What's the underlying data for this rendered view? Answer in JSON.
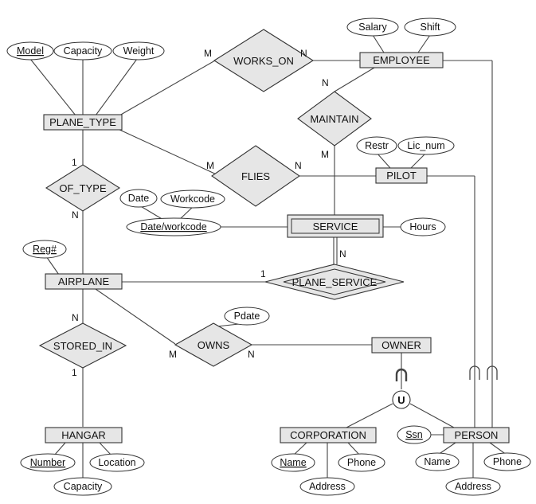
{
  "entities": {
    "plane_type": "PLANE_TYPE",
    "employee": "EMPLOYEE",
    "pilot": "PILOT",
    "service": "SERVICE",
    "airplane": "AIRPLANE",
    "owner": "OWNER",
    "hangar": "HANGAR",
    "corporation": "CORPORATION",
    "person": "PERSON"
  },
  "relationships": {
    "works_on": "WORKS_ON",
    "maintain": "MAINTAIN",
    "flies": "FLIES",
    "of_type": "OF_TYPE",
    "plane_service": "PLANE_SERVICE",
    "stored_in": "STORED_IN",
    "owns": "OWNS"
  },
  "attributes": {
    "model": "Model",
    "capacity_pt": "Capacity",
    "weight": "Weight",
    "salary": "Salary",
    "shift": "Shift",
    "restr": "Restr",
    "lic_num": "Lic_num",
    "date": "Date",
    "workcode": "Workcode",
    "date_workcode": "Date/workcode",
    "hours": "Hours",
    "reg": "Reg#",
    "pdate": "Pdate",
    "number": "Number",
    "location": "Location",
    "capacity_h": "Capacity",
    "ssn": "Ssn",
    "corp_name": "Name",
    "corp_phone": "Phone",
    "corp_address": "Address",
    "person_name": "Name",
    "person_phone": "Phone",
    "person_address": "Address"
  },
  "union_symbol": "U",
  "cardinalities": {
    "works_on_pt": "M",
    "works_on_emp": "N",
    "maintain_emp": "N",
    "maintain_svc": "M",
    "flies_pt": "M",
    "flies_pilot": "N",
    "of_type_pt": "1",
    "of_type_ap": "N",
    "plane_service_ap": "1",
    "plane_service_svc": "N",
    "stored_in_ap": "N",
    "stored_in_h": "1",
    "owns_ap": "M",
    "owns_owner": "N"
  }
}
